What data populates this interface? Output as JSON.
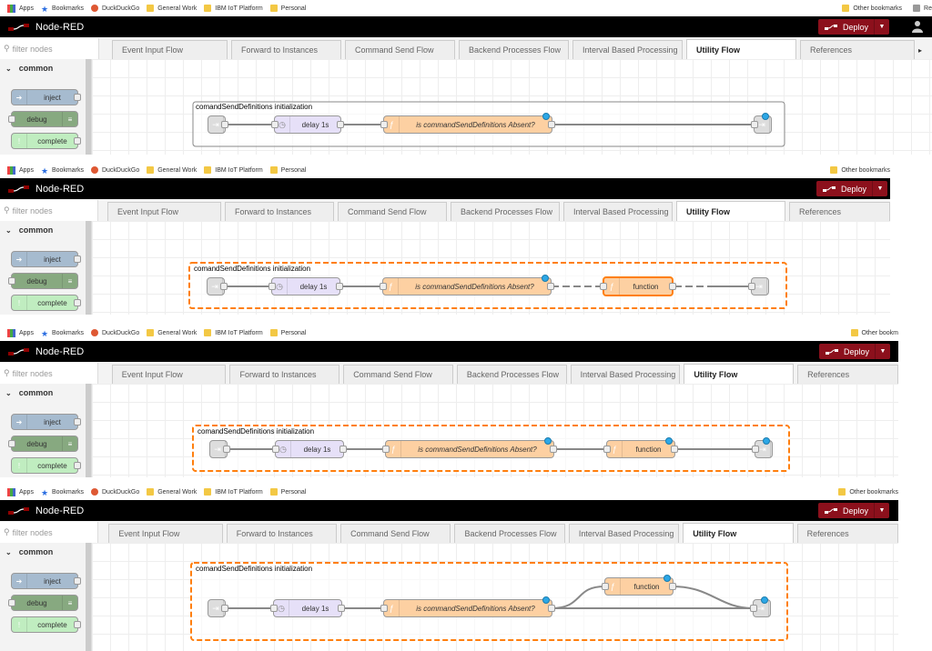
{
  "bookmarks": {
    "apps": "Apps",
    "bookmarks": "Bookmarks",
    "duck": "DuckDuckGo",
    "general": "General Work",
    "ibm": "IBM IoT Platform",
    "personal": "Personal",
    "other": "Other bookmarks",
    "other_truncated": "Other bookm",
    "reading": "Re"
  },
  "header": {
    "title": "Node-RED",
    "deploy": "Deploy"
  },
  "filter_placeholder": "filter nodes",
  "tabs": [
    "Event Input Flow",
    "Forward to Instances",
    "Command Send Flow",
    "Backend Processes Flow",
    "Interval Based Processing",
    "Utility Flow",
    "References"
  ],
  "palette": {
    "category": "common",
    "nodes": [
      "inject",
      "debug",
      "complete"
    ]
  },
  "flow": {
    "group_label": "comandSendDefinitions initialization",
    "delay_label": "delay 1s",
    "func_label": "is commandSendDefinitions Absent?",
    "function_label": "function"
  },
  "colors": {
    "header_bg": "#000000",
    "deploy_bg": "#8c101c",
    "group_dashed": "#ff7f0e",
    "function_node": "#fdd0a2",
    "delay_node": "#e6e0f8",
    "inject_node": "#a6bbcf",
    "debug_node": "#87a980",
    "complete_node": "#c0edc0",
    "status_dot": "#2ca7e6"
  }
}
